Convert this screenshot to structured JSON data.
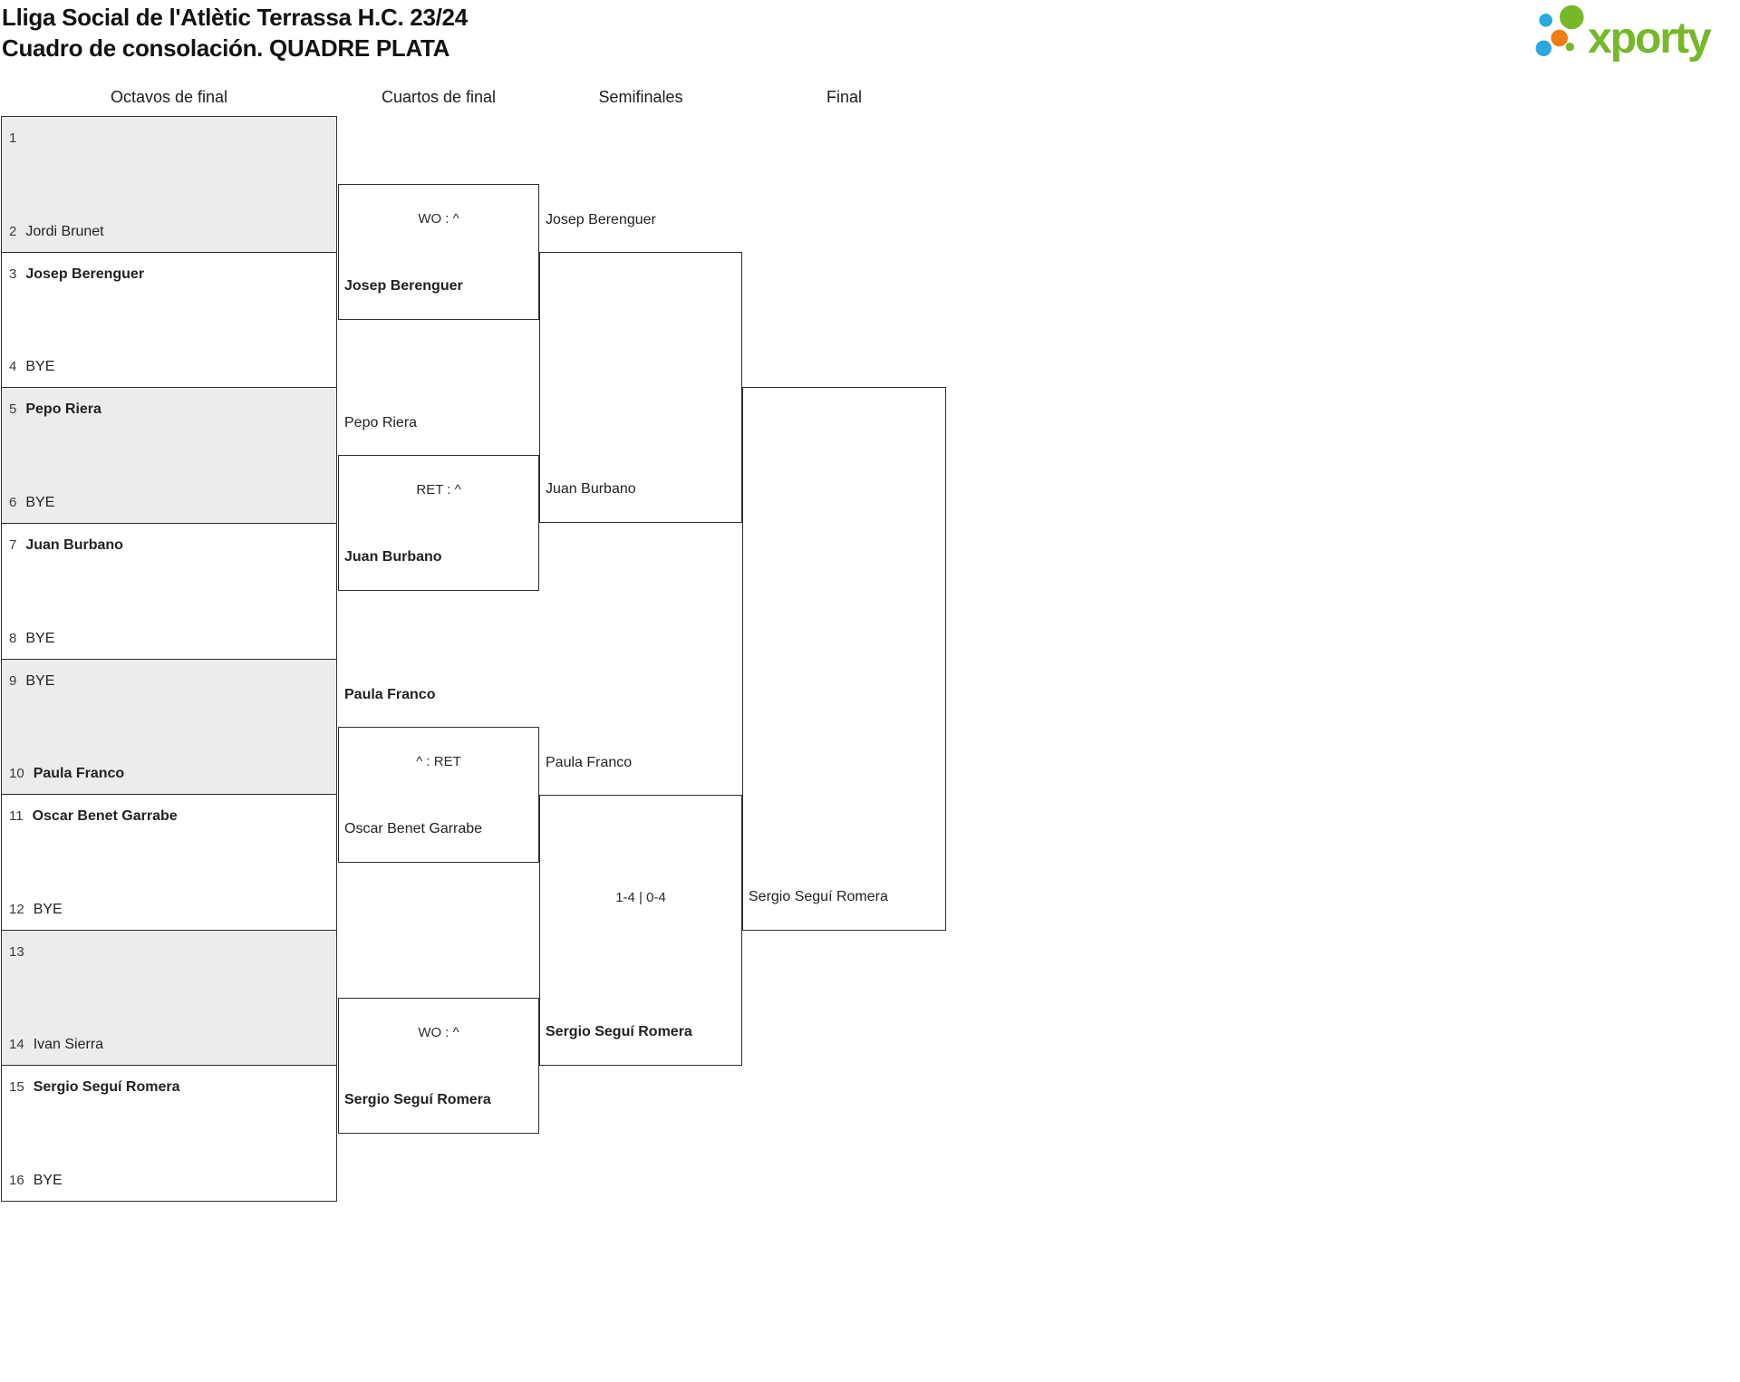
{
  "title": {
    "line1": "Lliga Social de l'Atlètic Terrassa H.C. 23/24",
    "line2": "Cuadro de consolación. QUADRE PLATA"
  },
  "logo": {
    "text": "xporty",
    "colors": {
      "green": "#76b82a",
      "blue": "#2aa9e0",
      "orange": "#f07d13"
    }
  },
  "rounds": [
    "Octavos de final",
    "Cuartos de final",
    "Semifinales",
    "Final"
  ],
  "r16": [
    {
      "num": "1",
      "name": "",
      "winner": false
    },
    {
      "num": "2",
      "name": "Jordi Brunet",
      "winner": false
    },
    {
      "num": "3",
      "name": "Josep Berenguer",
      "winner": true
    },
    {
      "num": "4",
      "name": "BYE",
      "winner": false
    },
    {
      "num": "5",
      "name": "Pepo Riera",
      "winner": true
    },
    {
      "num": "6",
      "name": "BYE",
      "winner": false
    },
    {
      "num": "7",
      "name": "Juan Burbano",
      "winner": true
    },
    {
      "num": "8",
      "name": "BYE",
      "winner": false
    },
    {
      "num": "9",
      "name": "BYE",
      "winner": false
    },
    {
      "num": "10",
      "name": "Paula Franco",
      "winner": true
    },
    {
      "num": "11",
      "name": "Oscar Benet Garrabe",
      "winner": true
    },
    {
      "num": "12",
      "name": "BYE",
      "winner": false
    },
    {
      "num": "13",
      "name": "",
      "winner": false
    },
    {
      "num": "14",
      "name": "Ivan Sierra",
      "winner": false
    },
    {
      "num": "15",
      "name": "Sergio Seguí Romera",
      "winner": true
    },
    {
      "num": "16",
      "name": "BYE",
      "winner": false
    }
  ],
  "qf": [
    {
      "p1": "",
      "p1_winner": false,
      "score": "WO : ^",
      "p2": "Josep Berenguer",
      "p2_winner": true
    },
    {
      "p1": "Pepo Riera",
      "p1_winner": false,
      "score": "RET : ^",
      "p2": "Juan Burbano",
      "p2_winner": true
    },
    {
      "p1": "Paula Franco",
      "p1_winner": true,
      "score": "^ : RET",
      "p2": "Oscar Benet Garrabe",
      "p2_winner": false
    },
    {
      "p1": "",
      "p1_winner": false,
      "score": "WO : ^",
      "p2": "Sergio Seguí Romera",
      "p2_winner": true
    }
  ],
  "sf": [
    {
      "p1": "Josep Berenguer",
      "p1_winner": false,
      "score": "",
      "p2": "Juan Burbano",
      "p2_winner": false
    },
    {
      "p1": "Paula Franco",
      "p1_winner": false,
      "score": "1-4 | 0-4",
      "p2": "Sergio Seguí Romera",
      "p2_winner": true
    }
  ],
  "final": {
    "p1": "",
    "p1_winner": false,
    "score": "",
    "p2": "Sergio Seguí Romera",
    "p2_winner": false
  },
  "colors": {
    "border": "#2e2e2e",
    "shade_bg": "#ececec",
    "text": "#202020"
  }
}
